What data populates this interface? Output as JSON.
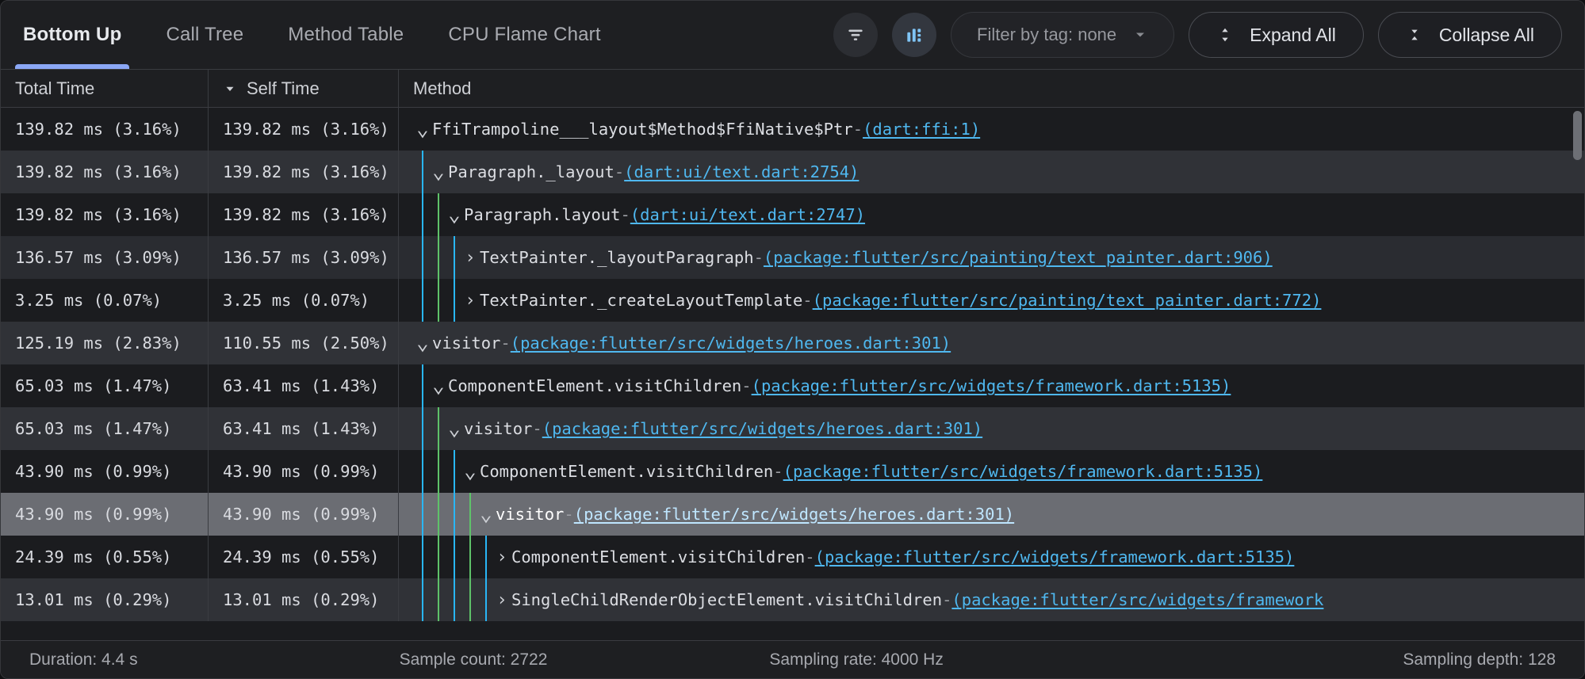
{
  "tabs": [
    {
      "label": "Bottom Up",
      "active": true
    },
    {
      "label": "Call Tree",
      "active": false
    },
    {
      "label": "Method Table",
      "active": false
    },
    {
      "label": "CPU Flame Chart",
      "active": false
    }
  ],
  "toolbar": {
    "filter_icon": "filter-funnel-icon",
    "chart_icon": "bar-chart-icon",
    "tag_filter_label": "Filter by tag: none",
    "expand_all_label": "Expand All",
    "collapse_all_label": "Collapse All"
  },
  "columns": [
    {
      "key": "total",
      "label": "Total Time",
      "sorted": false
    },
    {
      "key": "self",
      "label": "Self Time",
      "sorted": true,
      "sort_dir": "desc"
    },
    {
      "key": "method",
      "label": "Method",
      "sorted": false
    }
  ],
  "rows": [
    {
      "total": "139.82 ms (3.16%)",
      "self": "139.82 ms (3.16%)",
      "depth": 0,
      "twisty": "expanded",
      "name": "FfiTrampoline___layout$Method$FfiNative$Ptr",
      "sep": " - ",
      "link": "(dart:ffi:1)",
      "guides": [],
      "state": "odd"
    },
    {
      "total": "139.82 ms (3.16%)",
      "self": "139.82 ms (3.16%)",
      "depth": 1,
      "twisty": "expanded",
      "name": "Paragraph._layout",
      "sep": " - ",
      "link": "(dart:ui/text.dart:2754)",
      "guides": [
        "blue"
      ],
      "state": "even"
    },
    {
      "total": "139.82 ms (3.16%)",
      "self": "139.82 ms (3.16%)",
      "depth": 2,
      "twisty": "expanded",
      "name": "Paragraph.layout",
      "sep": " - ",
      "link": "(dart:ui/text.dart:2747)",
      "guides": [
        "blue",
        "green"
      ],
      "state": "odd"
    },
    {
      "total": "136.57 ms (3.09%)",
      "self": "136.57 ms (3.09%)",
      "depth": 3,
      "twisty": "collapsed",
      "name": "TextPainter._layoutParagraph",
      "sep": " - ",
      "link": "(package:flutter/src/painting/text_painter.dart:906)",
      "guides": [
        "blue",
        "green",
        "blue"
      ],
      "state": "hover"
    },
    {
      "total": "3.25 ms (0.07%)",
      "self": "3.25 ms (0.07%)",
      "depth": 3,
      "twisty": "collapsed",
      "name": "TextPainter._createLayoutTemplate",
      "sep": " - ",
      "link": "(package:flutter/src/painting/text_painter.dart:772)",
      "guides": [
        "blue",
        "green",
        "blue"
      ],
      "state": "odd"
    },
    {
      "total": "125.19 ms (2.83%)",
      "self": "110.55 ms (2.50%)",
      "depth": 0,
      "twisty": "expanded",
      "name": "visitor",
      "sep": " - ",
      "link": "(package:flutter/src/widgets/heroes.dart:301)",
      "guides": [],
      "state": "even"
    },
    {
      "total": "65.03 ms (1.47%)",
      "self": "63.41 ms (1.43%)",
      "depth": 1,
      "twisty": "expanded",
      "name": "ComponentElement.visitChildren",
      "sep": " - ",
      "link": "(package:flutter/src/widgets/framework.dart:5135)",
      "guides": [
        "blue"
      ],
      "state": "odd"
    },
    {
      "total": "65.03 ms (1.47%)",
      "self": "63.41 ms (1.43%)",
      "depth": 2,
      "twisty": "expanded",
      "name": "visitor",
      "sep": " - ",
      "link": "(package:flutter/src/widgets/heroes.dart:301)",
      "guides": [
        "blue",
        "green"
      ],
      "state": "even"
    },
    {
      "total": "43.90 ms (0.99%)",
      "self": "43.90 ms (0.99%)",
      "depth": 3,
      "twisty": "expanded",
      "name": "ComponentElement.visitChildren",
      "sep": " - ",
      "link": "(package:flutter/src/widgets/framework.dart:5135)",
      "guides": [
        "blue",
        "green",
        "blue"
      ],
      "state": "odd"
    },
    {
      "total": "43.90 ms (0.99%)",
      "self": "43.90 ms (0.99%)",
      "depth": 4,
      "twisty": "expanded",
      "name": "visitor",
      "sep": " - ",
      "link": "(package:flutter/src/widgets/heroes.dart:301)",
      "guides": [
        "blue",
        "green",
        "blue",
        "green"
      ],
      "state": "selected"
    },
    {
      "total": "24.39 ms (0.55%)",
      "self": "24.39 ms (0.55%)",
      "depth": 5,
      "twisty": "collapsed",
      "name": "ComponentElement.visitChildren",
      "sep": " - ",
      "link": "(package:flutter/src/widgets/framework.dart:5135)",
      "guides": [
        "blue",
        "green",
        "blue",
        "green",
        "blue"
      ],
      "state": "odd"
    },
    {
      "total": "13.01 ms (0.29%)",
      "self": "13.01 ms (0.29%)",
      "depth": 5,
      "twisty": "collapsed",
      "name": "SingleChildRenderObjectElement.visitChildren",
      "sep": " - ",
      "link": "(package:flutter/src/widgets/framework",
      "guides": [
        "blue",
        "green",
        "blue",
        "green",
        "blue"
      ],
      "state": "even"
    }
  ],
  "footer": {
    "duration": "Duration: 4.4 s",
    "sample_count": "Sample count: 2722",
    "sampling_rate": "Sampling rate: 4000 Hz",
    "sampling_depth": "Sampling depth: 128"
  },
  "colors": {
    "accent_tab": "#8ba7f5",
    "link": "#4fb8f0",
    "guide_blue": "#29b6f6",
    "guide_green": "#5ec269",
    "selected_row": "#6b6d73"
  }
}
